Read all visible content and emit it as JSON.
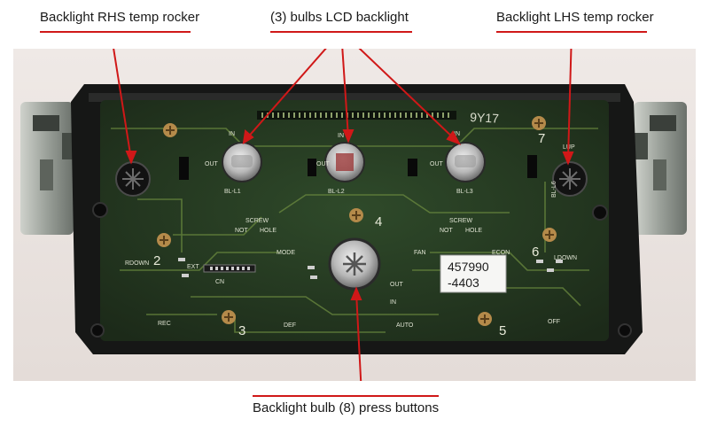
{
  "callouts": {
    "rhs_rocker": "Backlight RHS temp rocker",
    "lcd_bulbs": "(3) bulbs LCD backlight",
    "lhs_rocker": "Backlight LHS temp rocker",
    "press_buttons": "Backlight bulb (8) press buttons"
  },
  "board": {
    "code": "9Y17",
    "bulb_labels": [
      "BL-L1",
      "BL-L2",
      "BL-L3",
      "BL-L6"
    ],
    "bulb_pins": [
      "IN",
      "OUT"
    ],
    "silkscreen": [
      "SCREW",
      "NOT",
      "HOLE",
      "MODE",
      "FAN",
      "ECON",
      "REC",
      "DEF",
      "AUTO",
      "OFF",
      "CN",
      "EXT",
      "LDOWN",
      "RDOWN",
      "LUP"
    ],
    "digits": [
      "2",
      "3",
      "4",
      "5",
      "6",
      "7"
    ],
    "sticker": [
      "457990",
      "-4403"
    ]
  },
  "colors": {
    "callout_line": "#d01818",
    "arrow": "#d01818"
  }
}
